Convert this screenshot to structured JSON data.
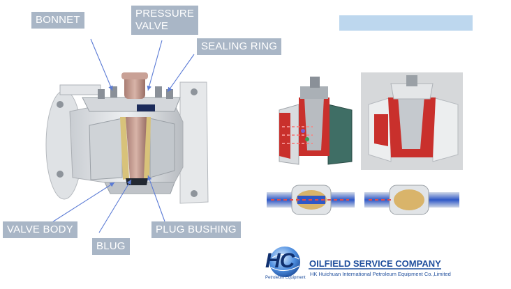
{
  "labels": {
    "bonnet": "BONNET",
    "pressure_valve": "PRESSURE\nVALVE",
    "sealing_ring": "SEALING RING",
    "valve_body": "VALVE BODY",
    "blug": "BLUG",
    "plug_bushing": "PLUG BUSHING"
  },
  "logo": {
    "mark": "HC",
    "mark_caption": "Petroleum Equipment",
    "company_name": "OILFIELD SERVICE COMPANY",
    "company_subtitle": "HK Huichuan International Petroleum Equipment Co.,Limited"
  },
  "colors": {
    "label_bg": "#a9b6c6",
    "banner": "#bdd7ee",
    "arrow": "#5b7bd5",
    "logo_blue": "#1f4e9c",
    "valve_red": "#c9302c"
  }
}
